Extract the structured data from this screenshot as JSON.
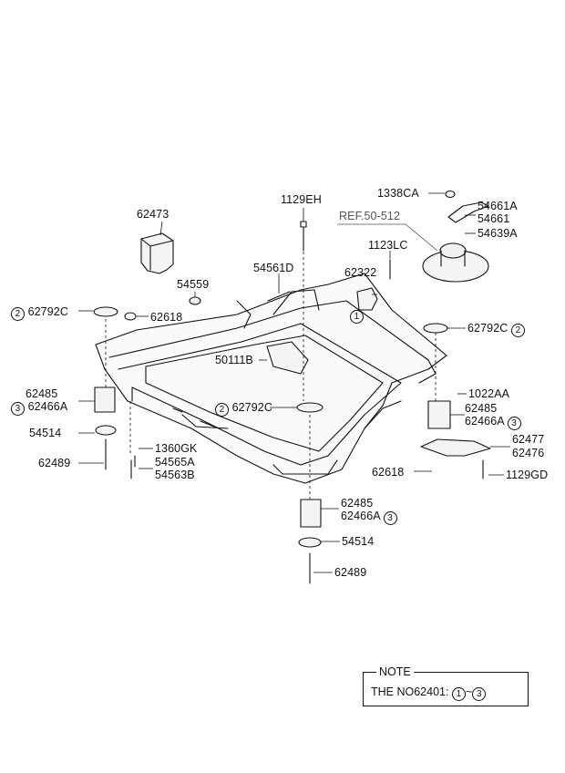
{
  "labels": {
    "p1129EH": "1129EH",
    "p1338CA": "1338CA",
    "p54661A": "54661A",
    "p54661": "54661",
    "refCode": "REF.50-512",
    "p54639A": "54639A",
    "p62473": "62473",
    "p1123LC": "1123LC",
    "p54561D": "54561D",
    "p62322": "62322",
    "p54559": "54559",
    "p62792C_left": "62792C",
    "p62618_left": "62618",
    "p62792C_right": "62792C",
    "p50111B": "50111B",
    "p62485_left": "62485",
    "p62466A_left": "62466A",
    "p1022AA": "1022AA",
    "p62792C_center": "62792C",
    "p62485_right": "62485",
    "p62466A_right": "62466A",
    "p54514_left": "54514",
    "p62477": "62477",
    "p62476": "62476",
    "p1360GK": "1360GK",
    "p62489_left": "62489",
    "p54565A": "54565A",
    "p54563B": "54563B",
    "p62618_right": "62618",
    "p1129GD": "1129GD",
    "p62485_bottom": "62485",
    "p62466A_bottom": "62466A",
    "p54514_bottom": "54514",
    "p62489_bottom": "62489"
  },
  "markers": {
    "m1": "1",
    "m2_left": "2",
    "m2_right": "2",
    "m2_center": "2",
    "m3_left": "3",
    "m3_right": "3",
    "m3_bottom": "3"
  },
  "note": {
    "title": "NOTE",
    "prefix": "THE NO62401:",
    "from": "1",
    "sep": "~",
    "to": "3"
  }
}
